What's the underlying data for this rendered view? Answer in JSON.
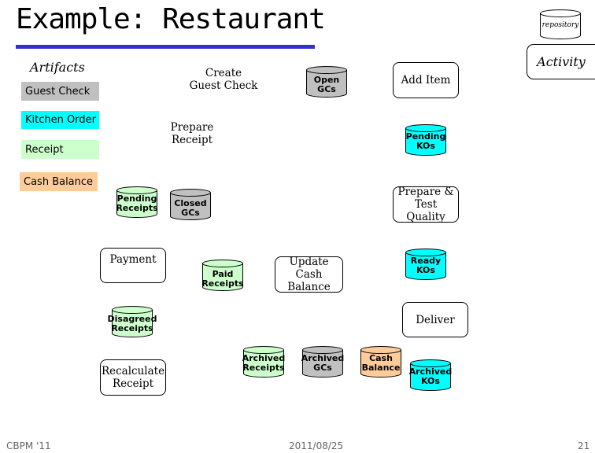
{
  "slide": {
    "title": "Example: Restaurant",
    "repository_label": "repository",
    "activity_label": "Activity"
  },
  "artifacts": {
    "heading": "Artifacts",
    "items": [
      {
        "label": "Guest Check",
        "color": "#c0c0c0"
      },
      {
        "label": "Kitchen Order",
        "color": "#00ffff"
      },
      {
        "label": "Receipt",
        "color": "#ccffcc"
      },
      {
        "label": "Cash Balance",
        "color": "#ffcc99"
      }
    ]
  },
  "activities": {
    "create_guest_check": "Create\nGuest Check",
    "add_item": "Add Item",
    "prepare_receipt": "Prepare\nReceipt",
    "prepare_test_quality": "Prepare &\nTest Quality",
    "payment": "Payment",
    "update_cash_balance": "Update\nCash Balance",
    "deliver": "Deliver",
    "recalculate_receipt": "Recalculate\nReceipt"
  },
  "repositories": {
    "open_gcs": {
      "label": "Open\nGCs",
      "color": "#c0c0c0"
    },
    "pending_kos": {
      "label": "Pending\nKOs",
      "color": "#00ffff"
    },
    "pending_receipts": {
      "label": "Pending\nReceipts",
      "color": "#ccffcc"
    },
    "closed_gcs": {
      "label": "Closed\nGCs",
      "color": "#c0c0c0"
    },
    "ready_kos": {
      "label": "Ready\nKOs",
      "color": "#00ffff"
    },
    "paid_receipts": {
      "label": "Paid\nReceipts",
      "color": "#ccffcc"
    },
    "disagreed_receipts": {
      "label": "Disagreed\nReceipts",
      "color": "#ccffcc"
    },
    "archived_receipts": {
      "label": "Archived\nReceipts",
      "color": "#ccffcc"
    },
    "archived_gcs": {
      "label": "Archived\nGCs",
      "color": "#c0c0c0"
    },
    "cash_balance": {
      "label": "Cash\nBalance",
      "color": "#ffcc99"
    },
    "archived_kos": {
      "label": "Archived\nKOs",
      "color": "#00ffff"
    }
  },
  "footer": {
    "left": "CBPM '11",
    "center": "2011/08/25",
    "page": "21"
  }
}
